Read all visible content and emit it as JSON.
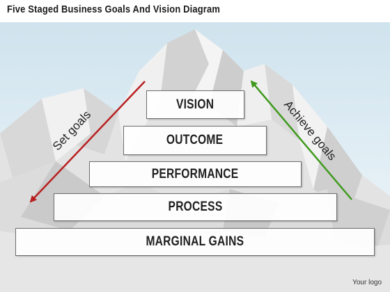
{
  "title": "Five Staged Business Goals And Vision Diagram",
  "levels": [
    {
      "label": "VISION"
    },
    {
      "label": "OUTCOME"
    },
    {
      "label": "PERFORMANCE"
    },
    {
      "label": "PROCESS"
    },
    {
      "label": "MARGINAL GAINS"
    }
  ],
  "arrows": {
    "left": {
      "label": "Set goals",
      "color": "#b81f1f"
    },
    "right": {
      "label": "Achieve goals",
      "color": "#3f9a1e"
    }
  },
  "logo": "Your logo",
  "colors": {
    "sky_top": "#cfe3ee",
    "sky_bottom": "#eef5f9",
    "mountain_light": "#ececec",
    "mountain_dark": "#c9c9c9"
  }
}
